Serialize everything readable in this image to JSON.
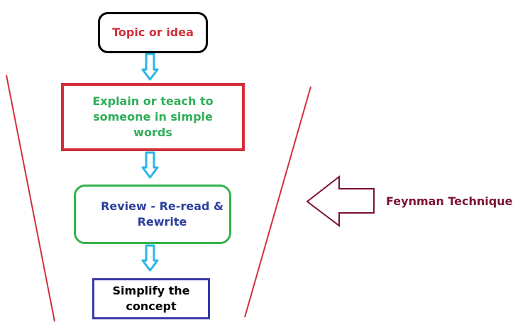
{
  "nodes": [
    {
      "text": "Topic or idea",
      "color": "#d32f3a",
      "border_color": "#000000"
    },
    {
      "text": "Explain or teach to someone in simple words",
      "color": "#2fae58",
      "border_color": "#d32f3a"
    },
    {
      "text": "Review - Re-read & Rewrite",
      "color": "#2b3f9e",
      "border_color": "#34b34a"
    },
    {
      "text": "Simplify the concept",
      "color": "#000000",
      "border_color": "#3a3aa8"
    }
  ],
  "side_label": {
    "text": "Feynman Technique",
    "color": "#7a1230"
  },
  "colors": {
    "connector_arrow": "#29b6e8",
    "funnel_lines": "#d32f3a",
    "pointer_arrow": "#7a1230"
  }
}
